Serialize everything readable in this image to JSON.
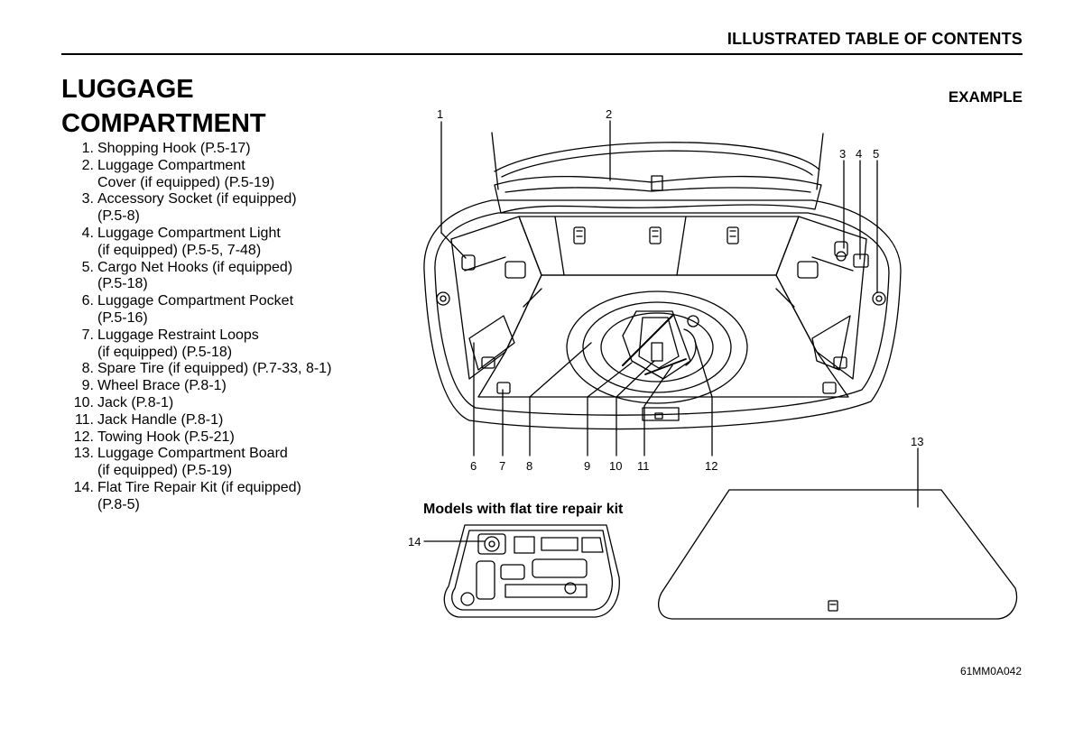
{
  "header": {
    "title": "ILLUSTRATED TABLE OF CONTENTS"
  },
  "section": {
    "title_line1": "LUGGAGE",
    "title_line2": "COMPARTMENT"
  },
  "items": [
    {
      "num": "1.",
      "text": "Shopping Hook (P.5-17)"
    },
    {
      "num": "2.",
      "text": "Luggage Compartment\nCover (if equipped) (P.5-19)"
    },
    {
      "num": "3.",
      "text": "Accessory Socket (if equipped)\n(P.5-8)"
    },
    {
      "num": "4.",
      "text": "Luggage Compartment Light\n(if equipped) (P.5-5, 7-48)"
    },
    {
      "num": "5.",
      "text": "Cargo Net Hooks (if equipped)\n(P.5-18)"
    },
    {
      "num": "6.",
      "text": "Luggage Compartment Pocket\n(P.5-16)"
    },
    {
      "num": "7.",
      "text": "Luggage Restraint Loops\n(if equipped) (P.5-18)"
    },
    {
      "num": "8.",
      "text": "Spare Tire (if equipped) (P.7-33, 8-1)"
    },
    {
      "num": "9.",
      "text": "Wheel Brace (P.8-1)"
    },
    {
      "num": "10.",
      "text": "Jack (P.8-1)"
    },
    {
      "num": "11.",
      "text": "Jack Handle (P.8-1)"
    },
    {
      "num": "12.",
      "text": "Towing Hook (P.5-21)"
    },
    {
      "num": "13.",
      "text": "Luggage Compartment Board\n(if equipped) (P.5-19)"
    },
    {
      "num": "14.",
      "text": "Flat Tire Repair Kit (if equipped)\n(P.8-5)"
    }
  ],
  "figure": {
    "example_label": "EXAMPLE",
    "caption": "Models with flat tire repair kit",
    "code": "61MM0A042",
    "callouts": [
      "1",
      "2",
      "3",
      "4",
      "5",
      "6",
      "7",
      "8",
      "9",
      "10",
      "11",
      "12",
      "13",
      "14"
    ]
  }
}
